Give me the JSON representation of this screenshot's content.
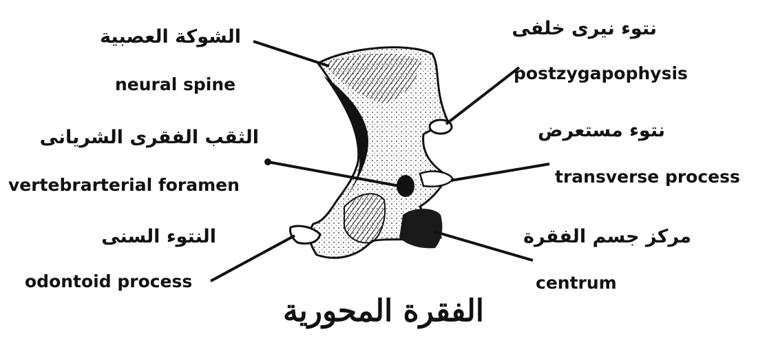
{
  "title": "الفقرة المحورية",
  "labels": {
    "neural_spine": {
      "ar": "الشوكة العصبية",
      "en": "neural spine"
    },
    "postzygapophysis": {
      "ar": "نتوء نيرى خلفى",
      "en": "postzygapophysis"
    },
    "vertebrarterial_foramen": {
      "ar": "الثقب الفقرى الشريانى",
      "en": "vertebrarterial foramen"
    },
    "transverse_process": {
      "ar": "نتوء مستعرض",
      "en": "transverse process"
    },
    "odontoid_process": {
      "ar": "النتوء السنى",
      "en": "odontoid process"
    },
    "centrum": {
      "ar": "مركز جسم الفقرة",
      "en": "centrum"
    }
  },
  "colors": {
    "ink": "#111111",
    "paper": "#ffffff"
  }
}
